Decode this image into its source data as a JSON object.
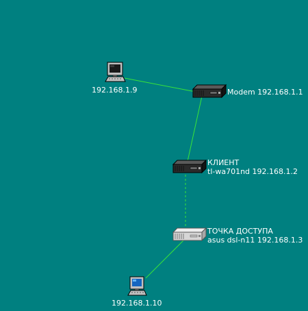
{
  "diagram": {
    "background_color": "#008080",
    "link_color": "#39e539",
    "nodes": [
      {
        "id": "pc1",
        "icon": "computer-icon",
        "label_lines": [
          "192.168.1.9"
        ]
      },
      {
        "id": "modem",
        "icon": "router-icon",
        "label_lines": [
          "Modem 192.168.1.1"
        ]
      },
      {
        "id": "client",
        "icon": "router-icon",
        "label_lines": [
          "КЛИЕНТ",
          "tl-wa701nd  192.168.1.2"
        ]
      },
      {
        "id": "ap",
        "icon": "router-light-icon",
        "label_lines": [
          "ТОЧКА ДОСТУПА",
          "asus dsl-n11 192.168.1.3"
        ]
      },
      {
        "id": "pc2",
        "icon": "computer-icon",
        "label_lines": [
          "192.168.1.10"
        ]
      }
    ],
    "links": [
      {
        "from": "pc1",
        "to": "modem",
        "style": "solid"
      },
      {
        "from": "modem",
        "to": "client",
        "style": "solid"
      },
      {
        "from": "client",
        "to": "ap",
        "style": "dashed"
      },
      {
        "from": "ap",
        "to": "pc2",
        "style": "solid"
      }
    ]
  }
}
